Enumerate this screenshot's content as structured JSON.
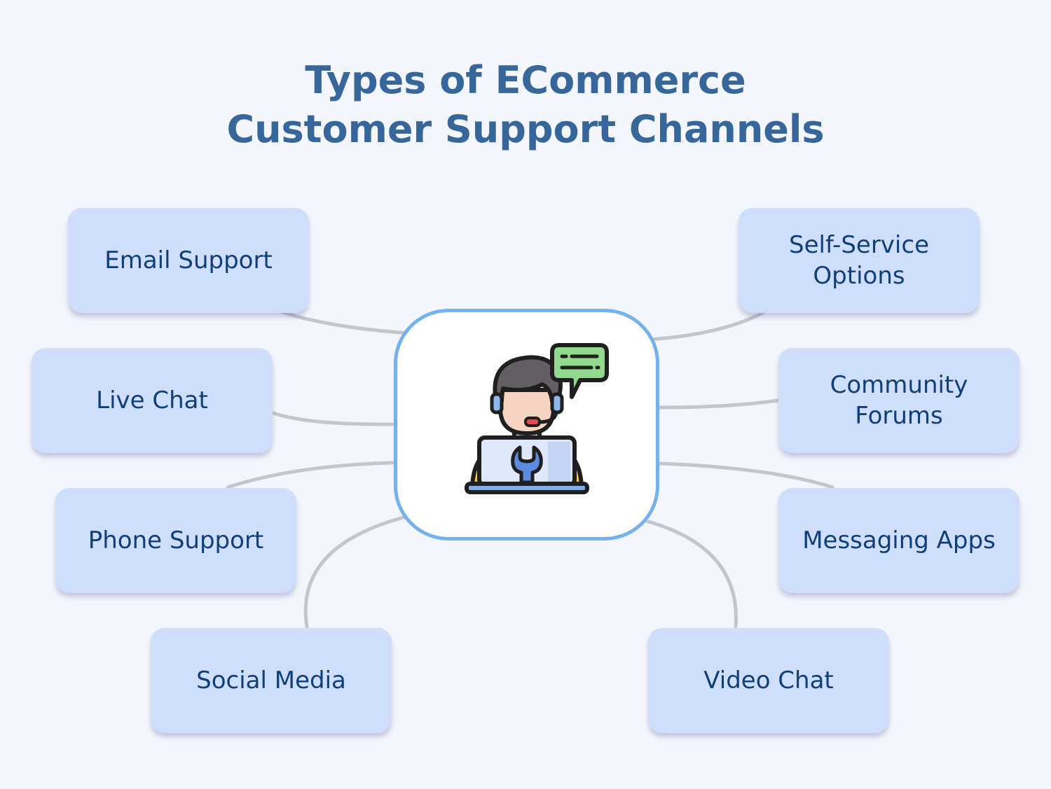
{
  "title": {
    "line1": "Types of ECommerce",
    "line2": "Customer Support Channels"
  },
  "center_icon": "customer-support-agent-icon",
  "colors": {
    "background": "#f4f6fe",
    "title": "#36669a",
    "node_fill": "#cfdefd",
    "node_text": "#0f3f79",
    "hub_border": "#74b2ec",
    "connector": "#c5c6cd"
  },
  "channels": {
    "email": "Email Support",
    "live_chat": "Live Chat",
    "phone": "Phone Support",
    "social": "Social Media",
    "self_service": "Self-Service Options",
    "community": "Community Forums",
    "messaging": "Messaging Apps",
    "video": "Video Chat"
  }
}
